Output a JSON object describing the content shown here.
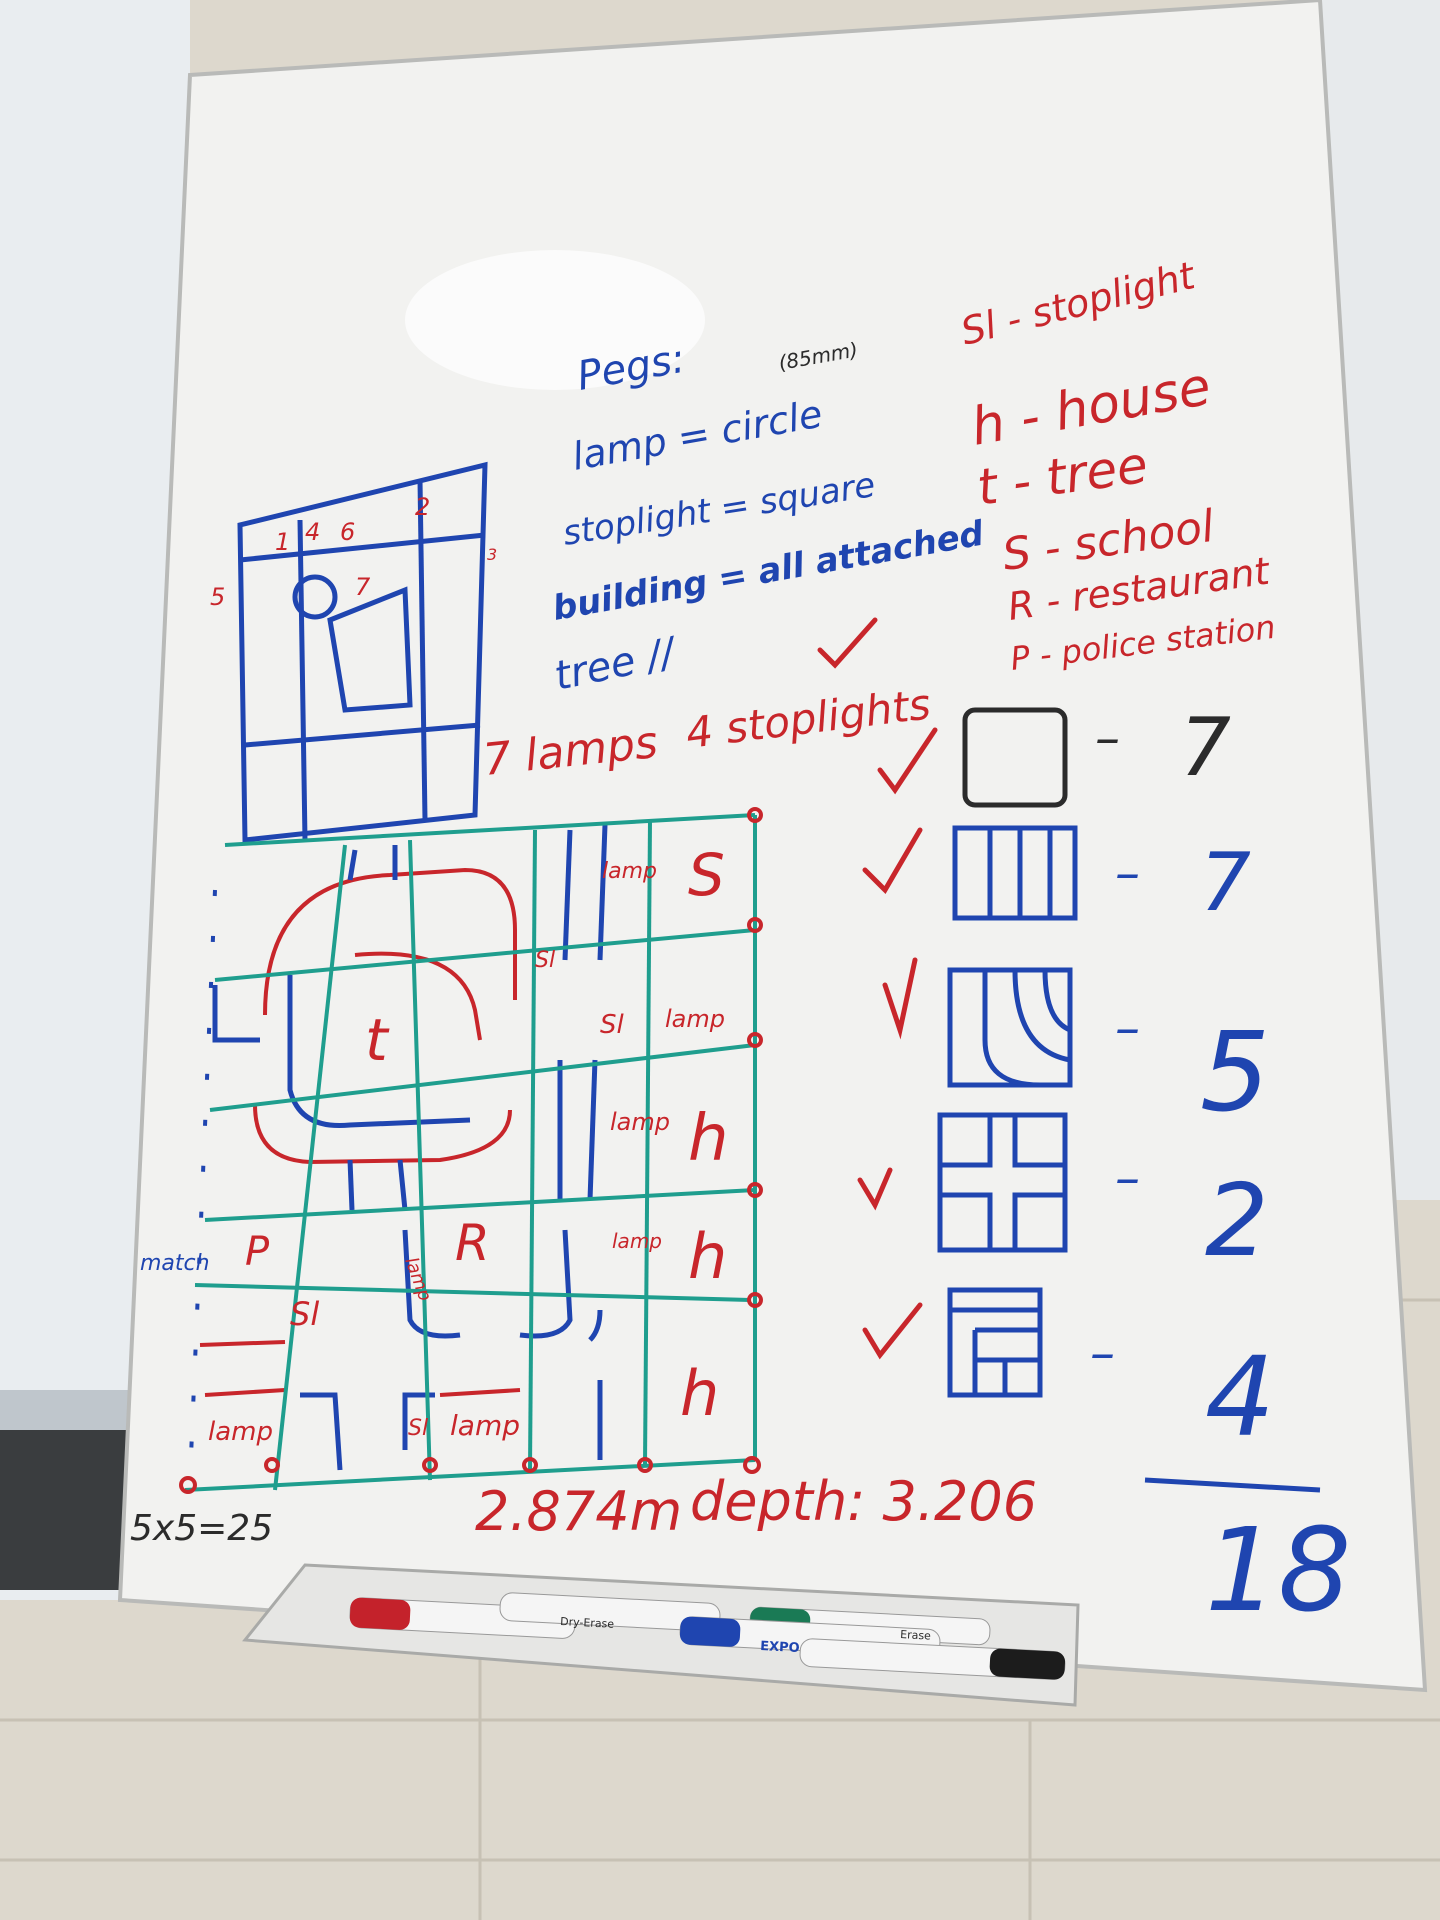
{
  "legend": {
    "sl": "Sl - stoplight",
    "h": "h - house",
    "t": "t - tree",
    "s": "S - school",
    "r": "R - restaurant",
    "p": "P - police station"
  },
  "pegs": {
    "title": "Pegs:",
    "size_note": "(85mm)",
    "lamp": "lamp = circle",
    "stoplight": "stoplight = square",
    "building": "building = all attached",
    "tree": "tree //"
  },
  "counts": {
    "lamps": "7 lamps",
    "stoplights": "4 stoplights",
    "piece_counts": [
      "7",
      "7",
      "5",
      "2",
      "4"
    ],
    "total": "18"
  },
  "plan_labels": {
    "top_numbers": [
      "1",
      "4",
      "6",
      "2",
      "5",
      "7",
      "3"
    ],
    "cells": [
      "lamp",
      "S",
      "Sl",
      "Sl",
      "lamp",
      "t",
      "lamp",
      "h",
      "P",
      "lamp",
      "R",
      "lamp",
      "h",
      "Sl",
      "h",
      "lamp",
      "Sl",
      "lamp"
    ],
    "match": "match"
  },
  "measurements": {
    "grid": "5x5=25",
    "width": "2.874m",
    "depth": "depth: 3.206"
  },
  "marker_labels": {
    "m1": "Dry-Erase",
    "m2": "Erase",
    "m3": "EXPO"
  },
  "colors": {
    "red": "#c8262b",
    "blue": "#1f45b0",
    "teal": "#1f9e8e",
    "black": "#2b2b2b"
  }
}
